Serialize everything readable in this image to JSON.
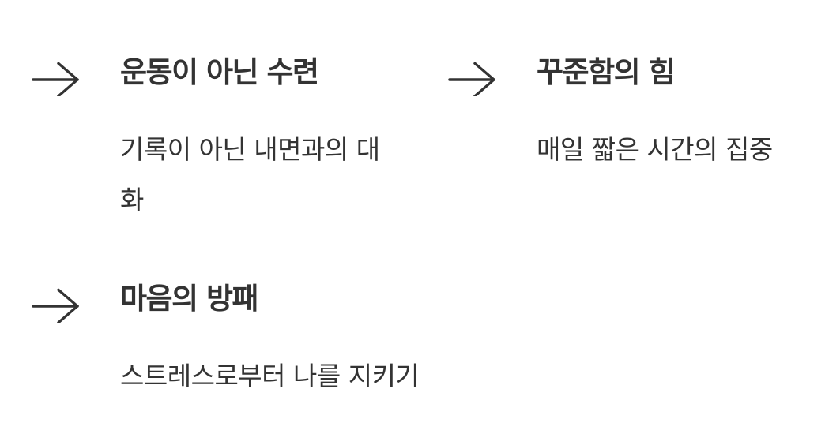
{
  "items": [
    {
      "icon": "arrow-right-icon",
      "title": "운동이 아닌 수련",
      "description": "기록이 아닌 내면과의 대화"
    },
    {
      "icon": "arrow-right-icon",
      "title": "꾸준함의 힘",
      "description": "매일 짧은 시간의 집중"
    },
    {
      "icon": "arrow-right-icon",
      "title": "마음의 방패",
      "description": "스트레스로부터 나를 지키기"
    }
  ],
  "colors": {
    "text": "#333333",
    "background": "#ffffff"
  }
}
